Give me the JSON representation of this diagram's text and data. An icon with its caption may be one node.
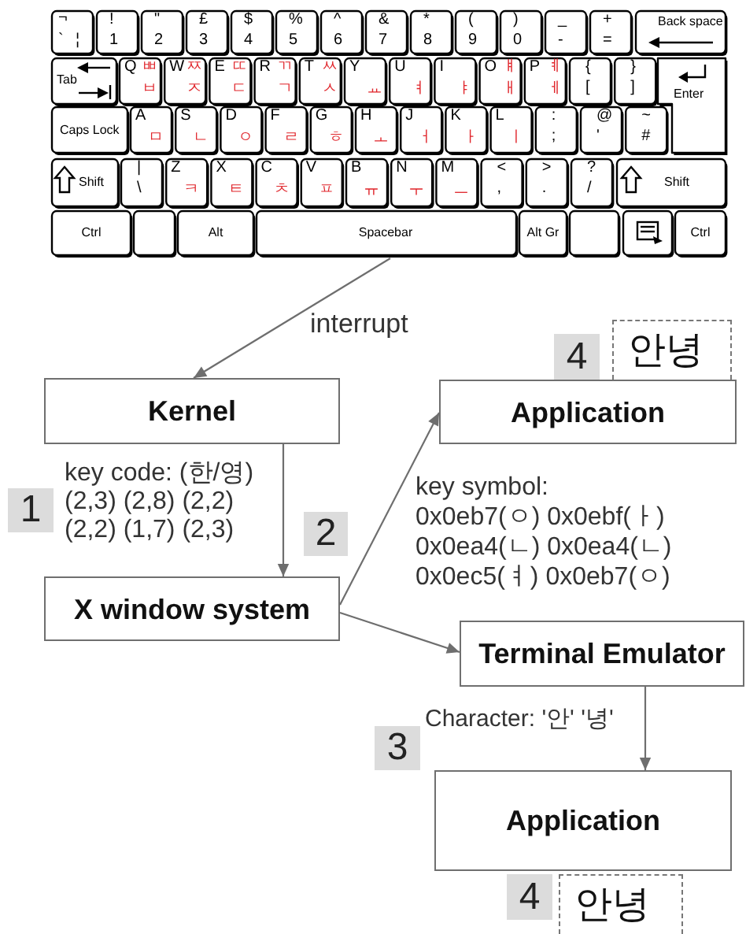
{
  "diagram": {
    "nodes": [
      {
        "text": [],
        "shape": "picture"
      },
      {
        "text": [
          "안녕"
        ]
      },
      {
        "text": [
          "Kernel"
        ]
      },
      {
        "text": [
          "Application"
        ]
      },
      {
        "text": [
          "X window system"
        ]
      },
      {
        "text": [
          "Terminal Emulator"
        ]
      },
      {
        "text": [
          "Application"
        ]
      },
      {
        "text": [
          "안녕"
        ]
      }
    ],
    "edges": [
      {
        "from": 0,
        "to": 2,
        "arrow": "to",
        "label": "interrupt"
      },
      {
        "from": 2,
        "to": 4,
        "arrow": "to",
        "label": "key code: (한/영) (2,3) (2,8) (2,2) (2,2) (1,7) (2,3)"
      },
      {
        "from": 4,
        "to": 3,
        "arrow": "to",
        "label": "key symbol: 0x0eb7(ㅇ) 0x0ebf(ㅏ) 0x0ea4(ㄴ) 0x0ea4(ㄴ) 0x0ec5(ㅕ) 0x0eb7(ㅇ)"
      },
      {
        "from": 4,
        "to": 5,
        "arrow": "to"
      },
      {
        "from": 5,
        "to": 6,
        "arrow": "to",
        "label": "Character: '안' '녕'"
      }
    ],
    "labels": [
      "¬",
      "`",
      "¦",
      "!",
      "1",
      "\"",
      "2",
      "£",
      "3",
      "$",
      "4",
      "%",
      "5",
      "^",
      "6",
      "&",
      "7",
      "*",
      "8",
      "(",
      "9",
      ")",
      "0",
      "_",
      "-",
      "+",
      "=",
      "Back space",
      "Tab",
      "Q",
      "ㅃ",
      "ㅂ",
      "W",
      "ㅉ",
      "ㅈ",
      "E",
      "ㄸ",
      "ㄷ",
      "R",
      "ㄲ",
      "ㄱ",
      "T",
      "ㅆ",
      "ㅅ",
      "Y",
      "ㅛ",
      "U",
      "ㅕ",
      "I",
      "ㅑ",
      "O",
      "ㅒ",
      "ㅐ",
      "P",
      "ㅖ",
      "ㅔ",
      "{",
      "[",
      "}",
      "]",
      "Enter",
      "Caps Lock",
      "A",
      "ㅁ",
      "S",
      "ㄴ",
      "D",
      "ㅇ",
      "F",
      "ㄹ",
      "G",
      "ㅎ",
      "H",
      "ㅗ",
      "J",
      "ㅓ",
      "K",
      "ㅏ",
      "L",
      "ㅣ",
      ":",
      ";",
      "@",
      "'",
      "~",
      "#",
      "Shift",
      "|",
      "\\",
      "Z",
      "ㅋ",
      "X",
      "ㅌ",
      "C",
      "ㅊ",
      "V",
      "ㅍ",
      "B",
      "ㅠ",
      "N",
      "ㅜ",
      "M",
      "ㅡ",
      "<",
      ",",
      ">",
      ".",
      "?",
      "/",
      "Shift",
      "Ctrl",
      "Alt",
      "Spacebar",
      "Alt Gr",
      "Ctrl",
      "4",
      "1",
      "2",
      "3",
      "4"
    ]
  }
}
